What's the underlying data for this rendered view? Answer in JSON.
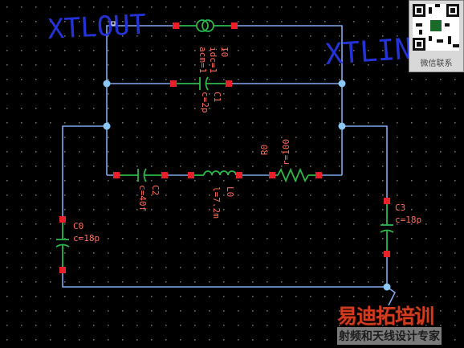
{
  "annotations": {
    "left_net": "XTLOUT",
    "right_net": "XTLIN"
  },
  "source": {
    "param1": "acm=1",
    "param2": "idc=1",
    "name": "I0"
  },
  "c1": {
    "value": "c=2p",
    "name": "C1"
  },
  "c2": {
    "value": "c=40f",
    "name": "C2"
  },
  "l0": {
    "value": "l=7.2m",
    "name": "L0"
  },
  "r0": {
    "name": "R0",
    "value": "r=100"
  },
  "c0": {
    "name": "C0",
    "value": "c=18p"
  },
  "c3": {
    "name": "C3",
    "value": "c=18p"
  },
  "qr": {
    "caption": "微信联系"
  },
  "watermark": {
    "line1": "易迪拓培训",
    "line2": "射频和天线设计专家"
  },
  "colors": {
    "wire": "#7fa9ec",
    "node": "#8cc8f5",
    "pin": "#e8202a",
    "label": "#ff6b5a",
    "device": "#2db84a",
    "grid": "#6a6a6a",
    "annotation": "#2433d6"
  }
}
